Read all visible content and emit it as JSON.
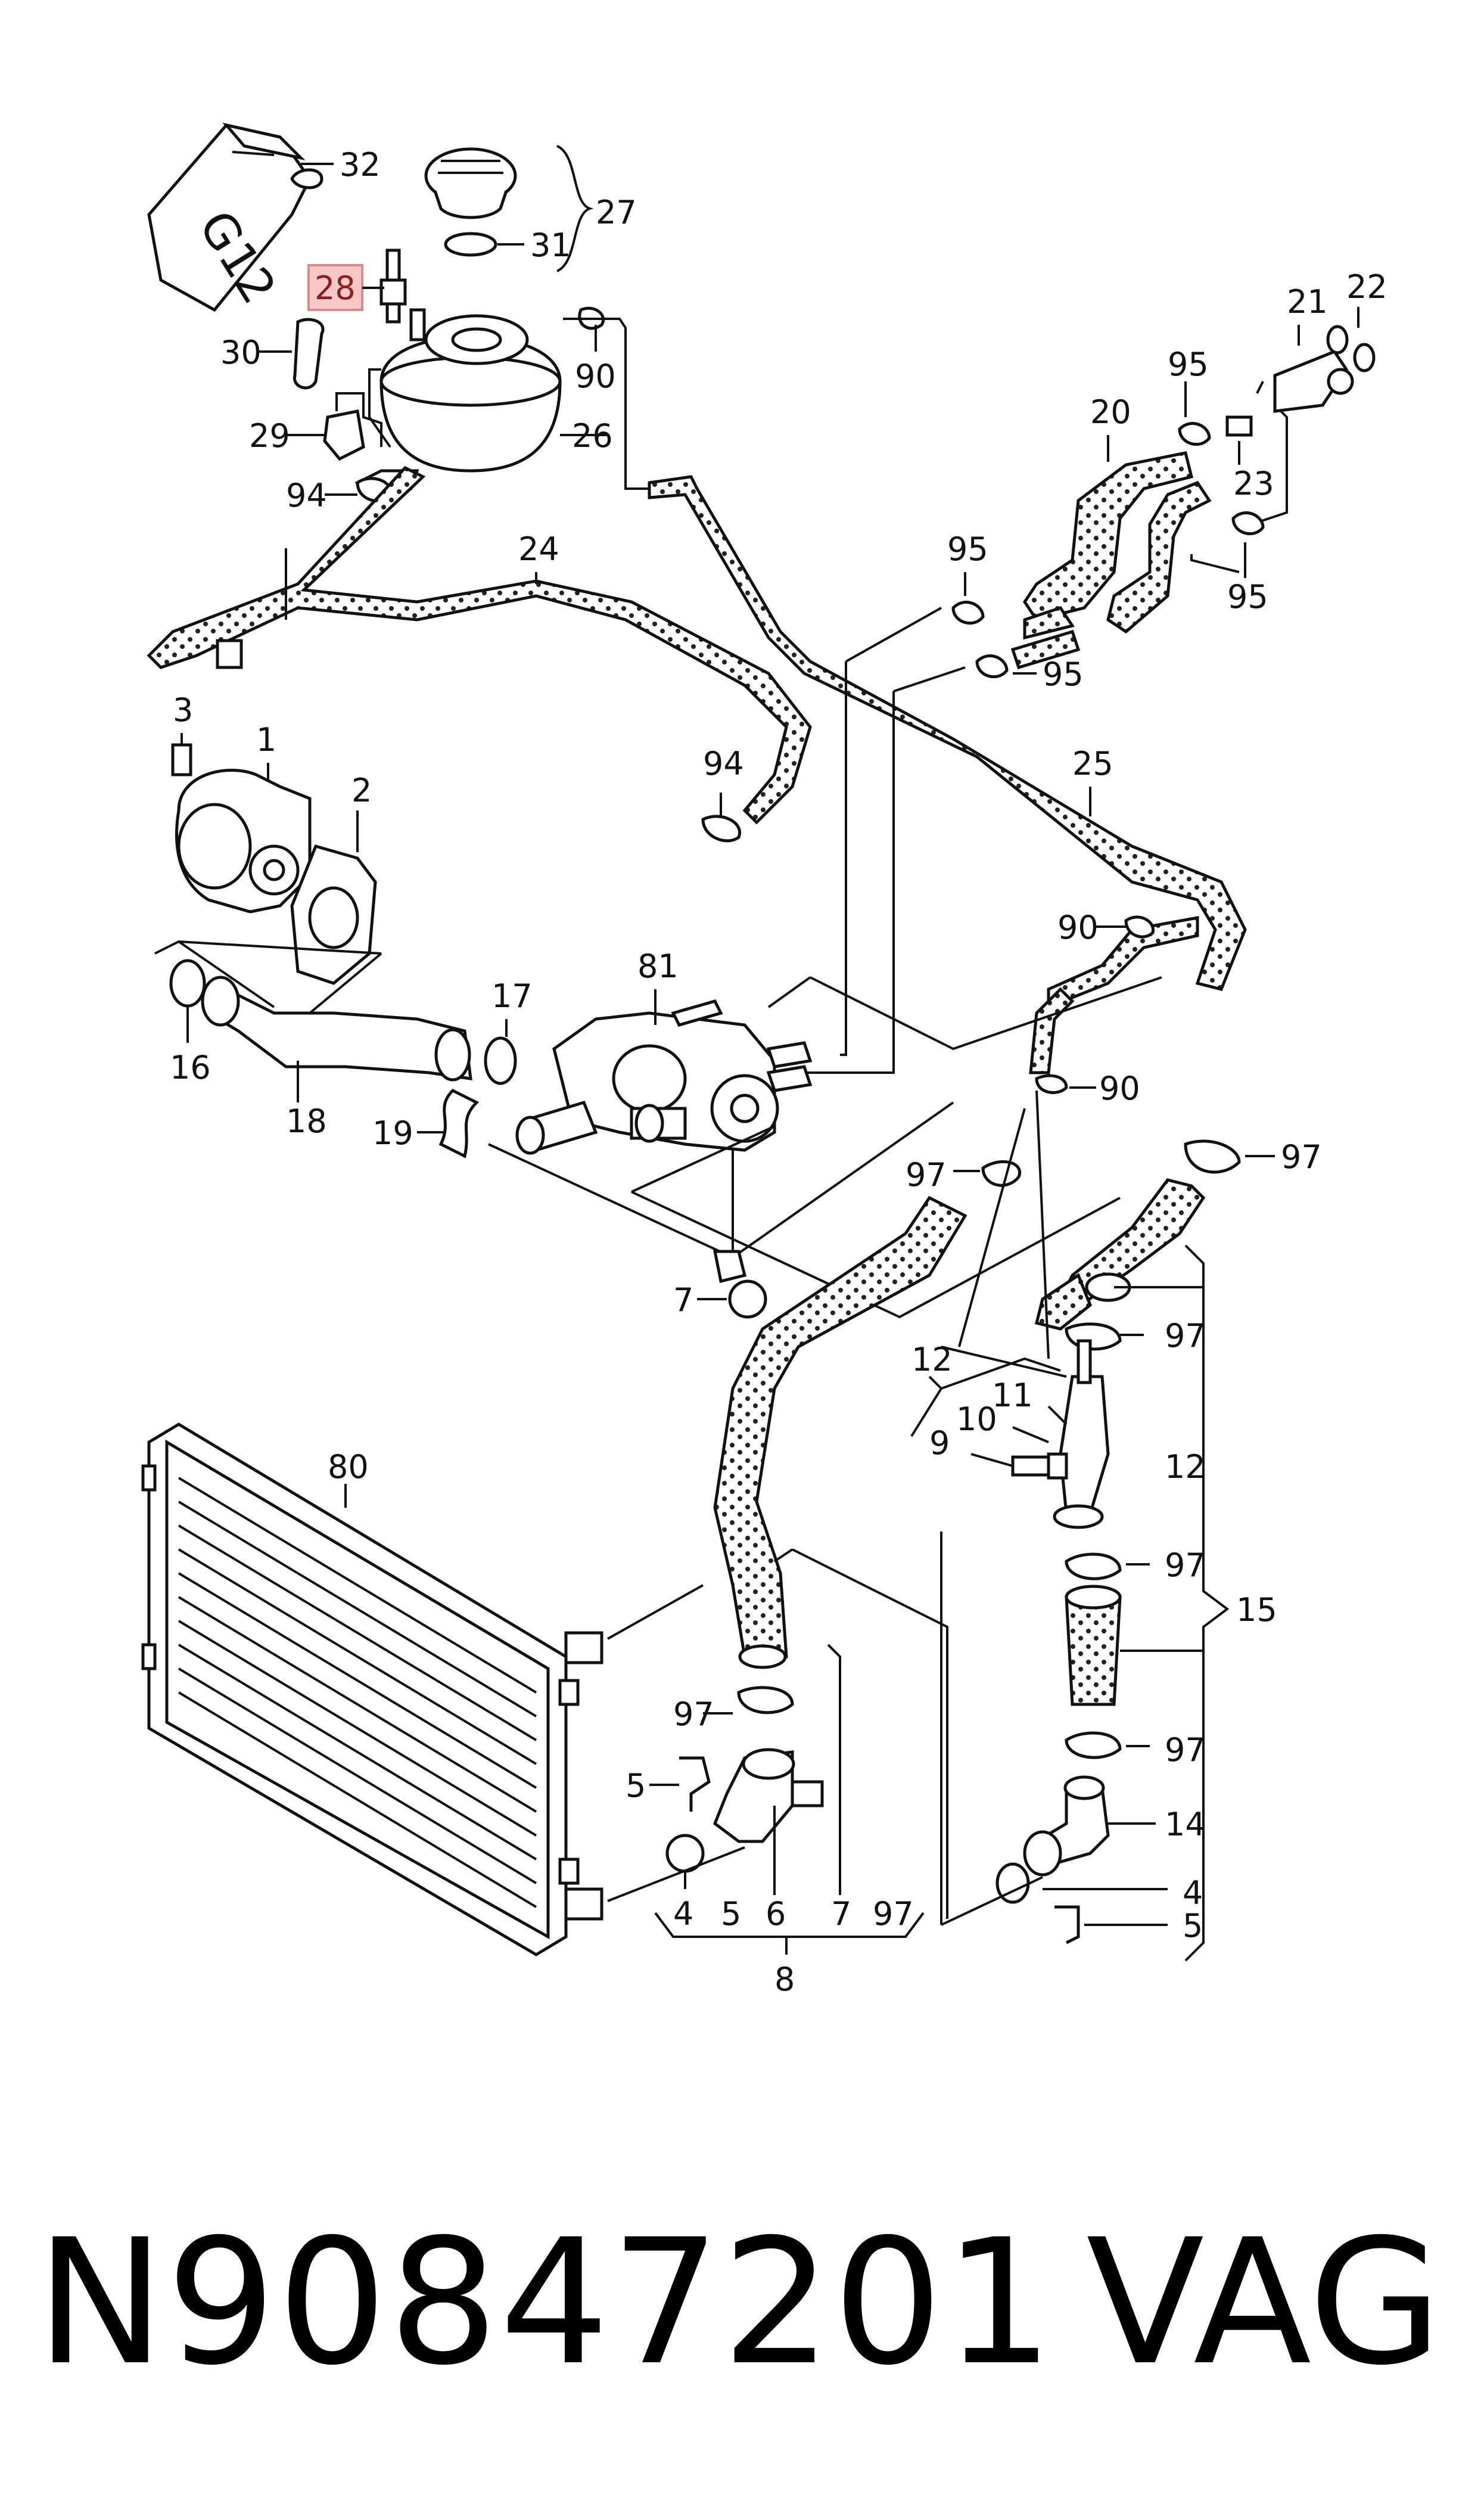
{
  "highlight_label": "28",
  "canister_text": "G12",
  "labels": {
    "l1": "1",
    "l2": "2",
    "l3": "3",
    "l4a": "4",
    "l4b": "4",
    "l5a": "5",
    "l5b": "5",
    "l5c": "5",
    "l6": "6",
    "l7a": "7",
    "l7b": "7",
    "l8": "8",
    "l9": "9",
    "l10": "10",
    "l11": "11",
    "l12a": "12",
    "l12b": "12",
    "l14": "14",
    "l15": "15",
    "l16": "16",
    "l17": "17",
    "l18": "18",
    "l19": "19",
    "l20": "20",
    "l21": "21",
    "l22": "22",
    "l23": "23",
    "l24": "24",
    "l25": "25",
    "l26": "26",
    "l27": "27",
    "l29": "29",
    "l30": "30",
    "l31": "31",
    "l32": "32",
    "l80": "80",
    "l81": "81",
    "l90a": "90",
    "l90b": "90",
    "l90c": "90",
    "l94a": "94",
    "l94b": "94",
    "l95a": "95",
    "l95b": "95",
    "l95c": "95",
    "l95d": "95",
    "l97a": "97",
    "l97b": "97",
    "l97c": "97",
    "l97d": "97",
    "l97e": "97",
    "l97f": "97",
    "l97g": "97"
  },
  "footer": {
    "part_number": "N90847201",
    "brand": "VAG"
  }
}
